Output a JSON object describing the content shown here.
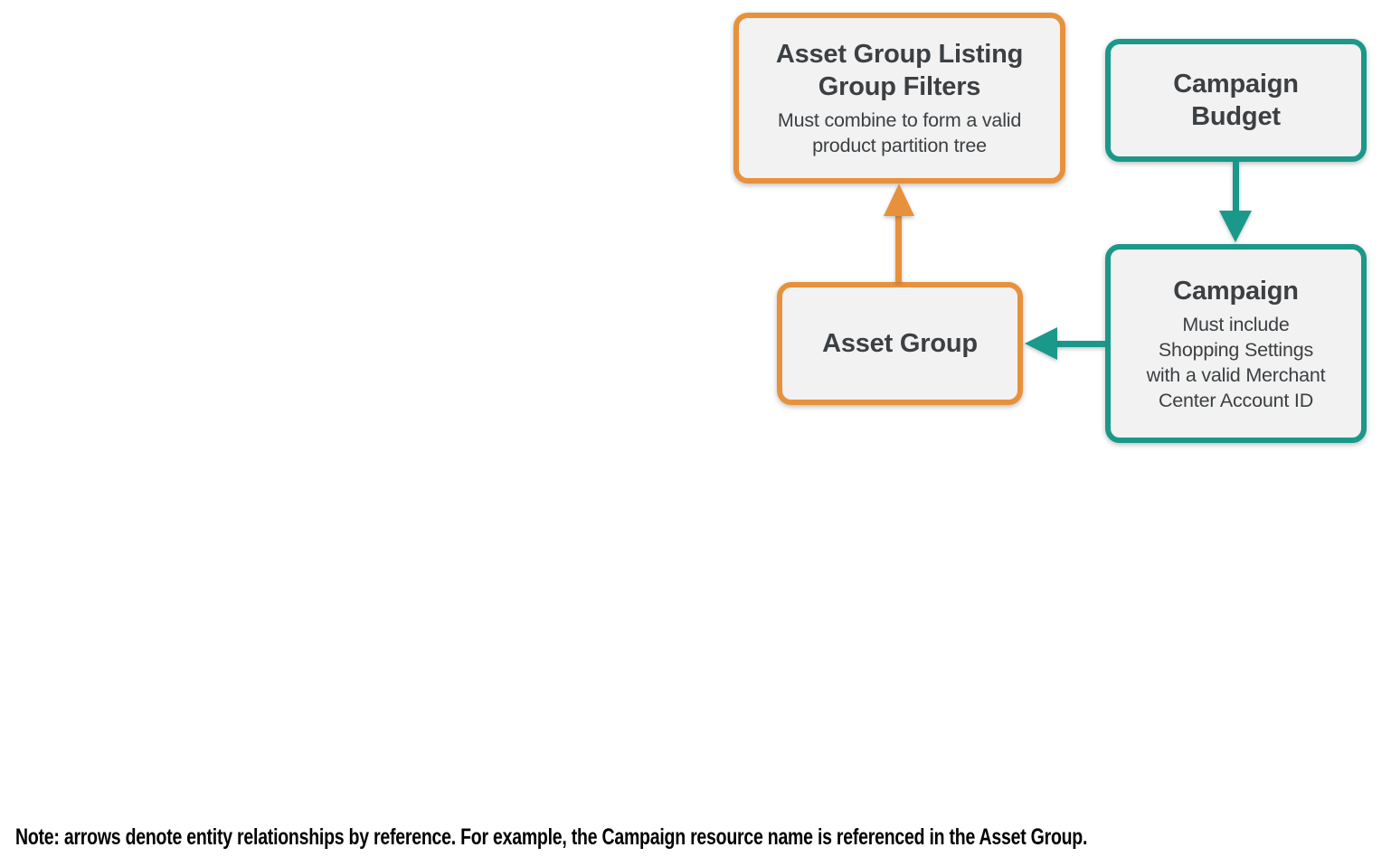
{
  "diagram": {
    "nodes": [
      {
        "id": "asset-group-listing-group-filters",
        "title": "Asset Group Listing\nGroup Filters",
        "subtitle": "Must combine to form a valid\nproduct partition tree",
        "accent": "orange"
      },
      {
        "id": "campaign-budget",
        "title": "Campaign\nBudget",
        "accent": "teal"
      },
      {
        "id": "campaign",
        "title": "Campaign",
        "subtitle": "Must include\nShopping Settings\nwith a valid Merchant\nCenter Account ID",
        "accent": "teal"
      },
      {
        "id": "asset-group",
        "title": "Asset Group",
        "accent": "orange"
      }
    ],
    "edges": [
      {
        "from": "asset-group",
        "to": "asset-group-listing-group-filters",
        "color": "#E8913C",
        "direction": "up"
      },
      {
        "from": "campaign-budget",
        "to": "campaign",
        "color": "#1A988A",
        "direction": "down"
      },
      {
        "from": "campaign",
        "to": "asset-group",
        "color": "#1A988A",
        "direction": "left"
      }
    ]
  },
  "colors": {
    "orange": "#E8913C",
    "teal": "#1A988A",
    "box_fill": "#F2F2F2",
    "box_text": "#3C4043",
    "note_text": "#000000"
  },
  "note": "Note: arrows denote entity relationships by reference. For example, the Campaign resource name is referenced in the Asset Group."
}
